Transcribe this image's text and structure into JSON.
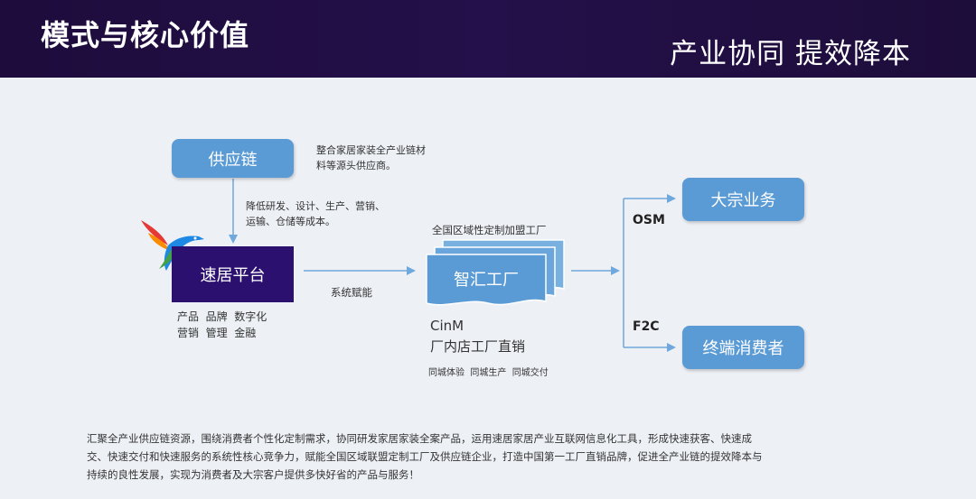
{
  "header": {
    "title": "模式与核心价值",
    "slogan": "产业协同 提效降本"
  },
  "diagram": {
    "supply_chain": {
      "label": "供应链",
      "note_line1": "整合家居家装全产业链材",
      "note_line2": "料等源头供应商。"
    },
    "cost_note": {
      "line1": "降低研发、设计、生产、营销、",
      "line2": "运输、仓储等成本。"
    },
    "platform": {
      "label": "速居平台",
      "sub_line1": "产品  品牌  数字化",
      "sub_line2": "营销  管理  金融"
    },
    "empower_label": "系统赋能",
    "factory": {
      "top_label": "全国区域性定制加盟工厂",
      "label": "智汇工厂",
      "cinm": "CinM",
      "direct_sales": "厂内店工厂直销",
      "services": "同城体验  同城生产  同城交付"
    },
    "osm": {
      "channel": "OSM",
      "label": "大宗业务"
    },
    "f2c": {
      "channel": "F2C",
      "label": "终端消费者"
    }
  },
  "footer": {
    "line1": "汇聚全产业供应链资源，围绕消费者个性化定制需求，协同研发家居家装全案产品，运用速居家居产业互联网信息化工具，形成快速获客、快速成",
    "line2": "交、快速交付和快速服务的系统性核心竞争力，赋能全国区域联盟定制工厂及供应链企业，打造中国第一工厂直销品牌，促进全产业链的提效降本与",
    "line3": "持续的良性发展，实现为消费者及大宗客户提供多快好省的产品与服务！"
  },
  "colors": {
    "header_bg": "#1e0c3c",
    "box_blue": "#5b9bd5",
    "platform_purple": "#2b1070",
    "arrow_blue": "#6fa8dc"
  }
}
